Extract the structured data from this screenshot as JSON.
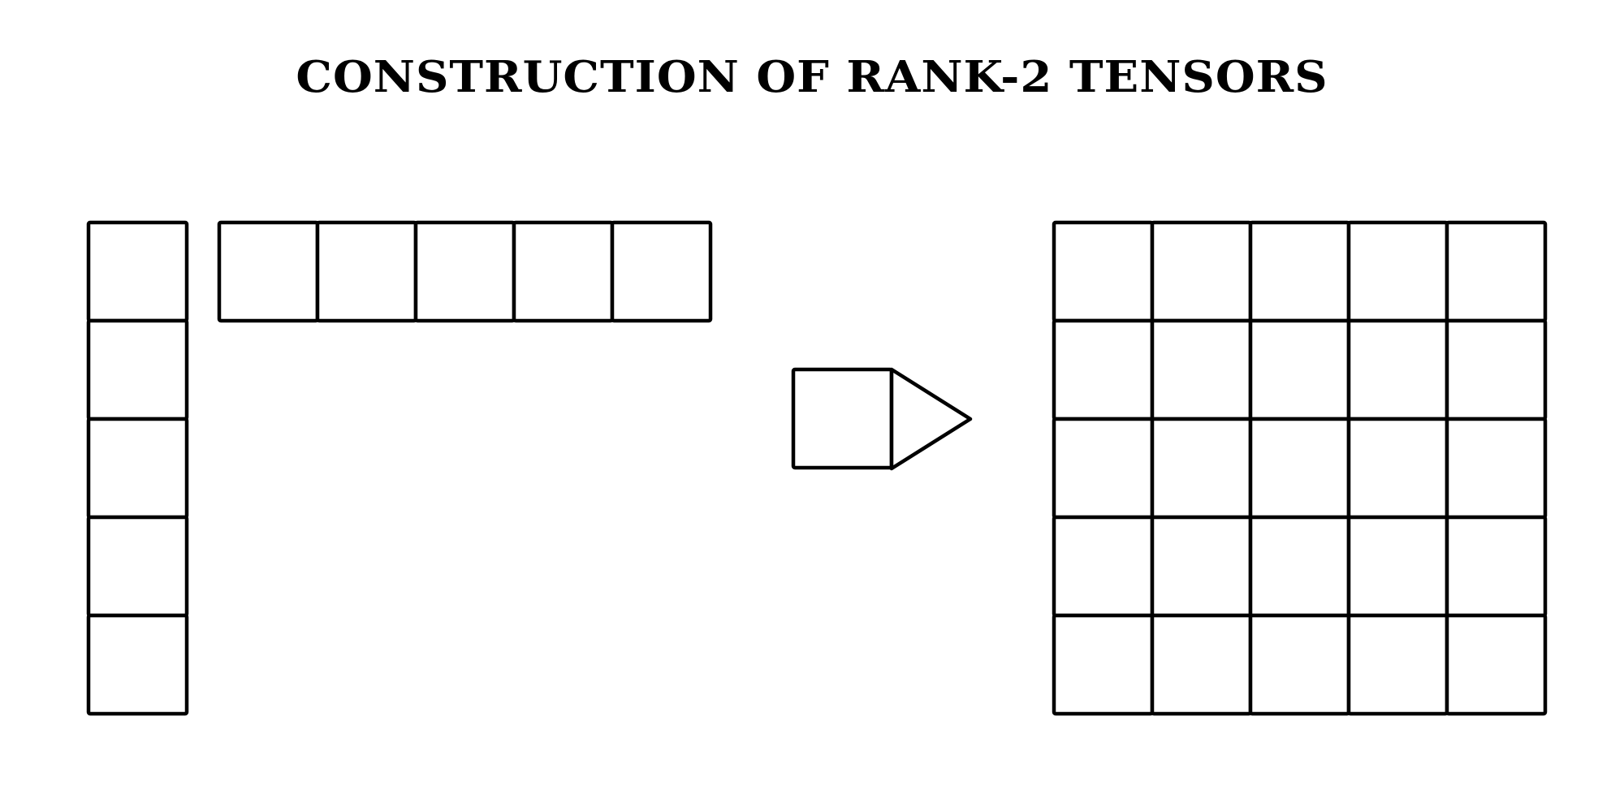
{
  "title": "CONSTRUCTION OF RANK-2 TENSORS",
  "colors": {
    "stroke": "#000000",
    "fill": "#ffffff",
    "background": "#ffffff"
  },
  "diagram": {
    "column_vector": {
      "cells": 5
    },
    "row_vector": {
      "cells": 5
    },
    "operator_arrow": {
      "icon": "arrow-right-icon"
    },
    "matrix": {
      "rows": 5,
      "cols": 5
    }
  }
}
